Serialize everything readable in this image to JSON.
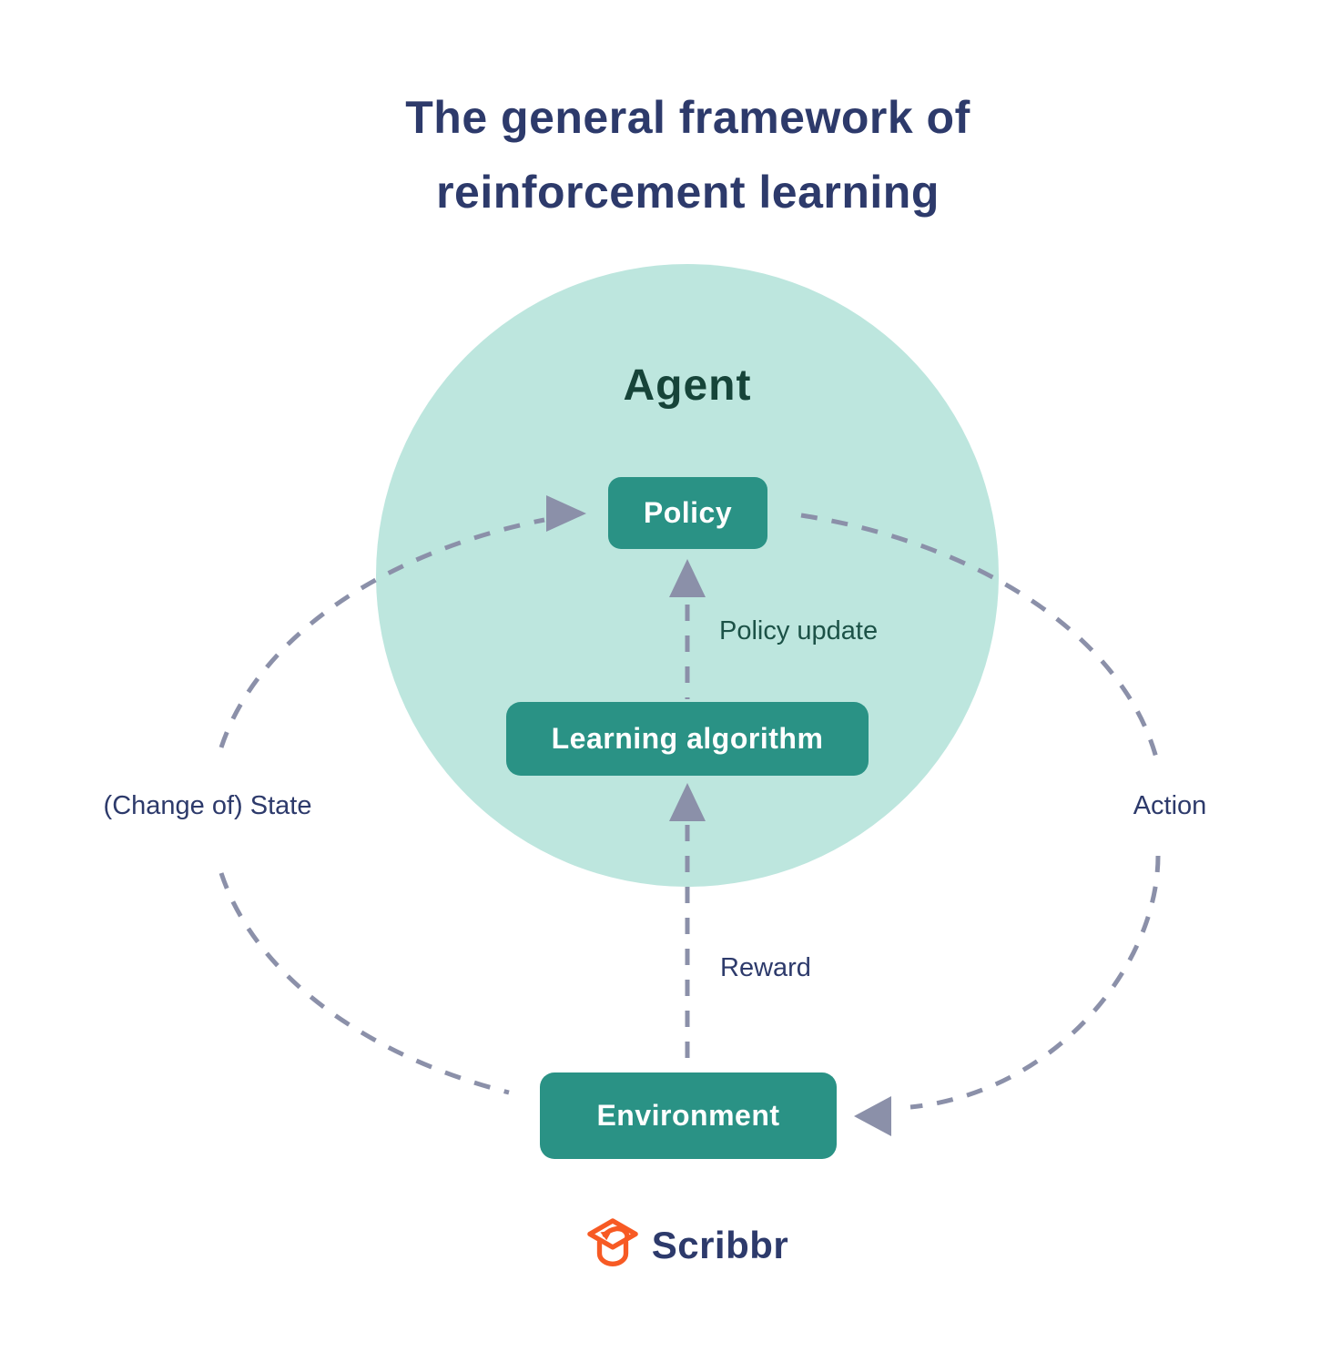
{
  "title": {
    "lines": [
      "The general framework of",
      "reinforcement learning"
    ]
  },
  "agent": {
    "label": "Agent"
  },
  "nodes": {
    "policy": {
      "label": "Policy"
    },
    "learning_algorithm": {
      "label": "Learning algorithm"
    },
    "environment": {
      "label": "Environment"
    }
  },
  "edges": {
    "policy_update": {
      "label": "Policy update",
      "from": "Learning algorithm",
      "to": "Policy"
    },
    "reward": {
      "label": "Reward",
      "from": "Environment",
      "to": "Learning algorithm"
    },
    "change_of_state": {
      "label": "(Change of) State",
      "from": "Environment",
      "to": "Policy"
    },
    "action": {
      "label": "Action",
      "from": "Policy",
      "to": "Environment"
    }
  },
  "brand": {
    "name": "Scribbr"
  },
  "theme": {
    "navy": "#2d3a6b",
    "dark-green": "#164439",
    "label-green": "#1c5247",
    "node-teal": "#2a9285",
    "circle-teal": "#bde6de",
    "dash-gray": "#8b90a9",
    "brand-orange": "#f75a24",
    "white": "#ffffff"
  }
}
